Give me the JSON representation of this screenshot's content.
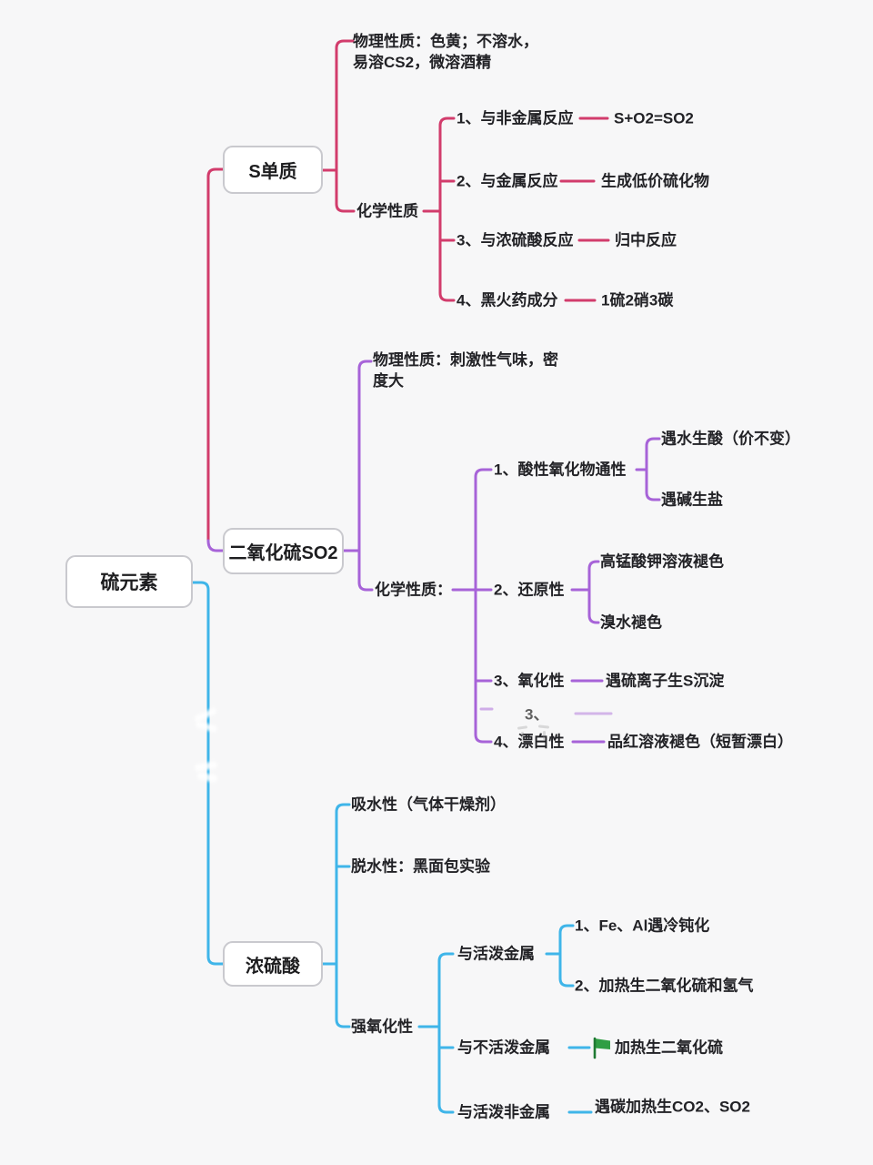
{
  "root": {
    "label": "硫元素"
  },
  "s_branch": {
    "title": "S单质",
    "physical": "物理性质：色黄；不溶水，\n易溶CS2，微溶酒精",
    "chemical_label": "化学性质",
    "items": [
      {
        "label": "1、与非金属反应",
        "value": "S+O2=SO2"
      },
      {
        "label": "2、与金属反应",
        "value": "生成低价硫化物"
      },
      {
        "label": "3、与浓硫酸反应",
        "value": "归中反应"
      },
      {
        "label": "4、黑火药成分",
        "value": "1硫2硝3碳"
      }
    ]
  },
  "so2_branch": {
    "title": "二氧化硫SO2",
    "physical": "物理性质：刺激性气味，密\n度大",
    "chemical_label": "化学性质：",
    "items": [
      {
        "label": "1、酸性氧化物通性",
        "children": [
          "遇水生酸（价不变）",
          "遇碱生盐"
        ]
      },
      {
        "label": "2、还原性",
        "children": [
          "高锰酸钾溶液褪色",
          "溴水褪色"
        ]
      },
      {
        "label": "3、氧化性",
        "value": "遇硫离子生S沉淀"
      },
      {
        "label": "4、漂白性",
        "value": "品红溶液褪色（短暂漂白）"
      }
    ],
    "ghost_label": "3、"
  },
  "acid_branch": {
    "title": "浓硫酸",
    "absorb": "吸水性（气体干燥剂）",
    "dehydrate": "脱水性：黑面包实验",
    "oxidizing_label": "强氧化性",
    "items": [
      {
        "label": "与活泼金属",
        "children": [
          "1、Fe、Al遇冷钝化",
          "2、加热生二氧化硫和氢气"
        ]
      },
      {
        "label": "与不活泼金属",
        "value": "加热生二氧化硫"
      },
      {
        "label": "与活泼非金属",
        "value": "遇碳加热生CO2、SO2"
      }
    ]
  },
  "colors": {
    "branch_s": "#d23c6c",
    "branch_so2": "#a763d8",
    "branch_acid": "#3fb5e9",
    "flag_green": "#2f9e44"
  }
}
